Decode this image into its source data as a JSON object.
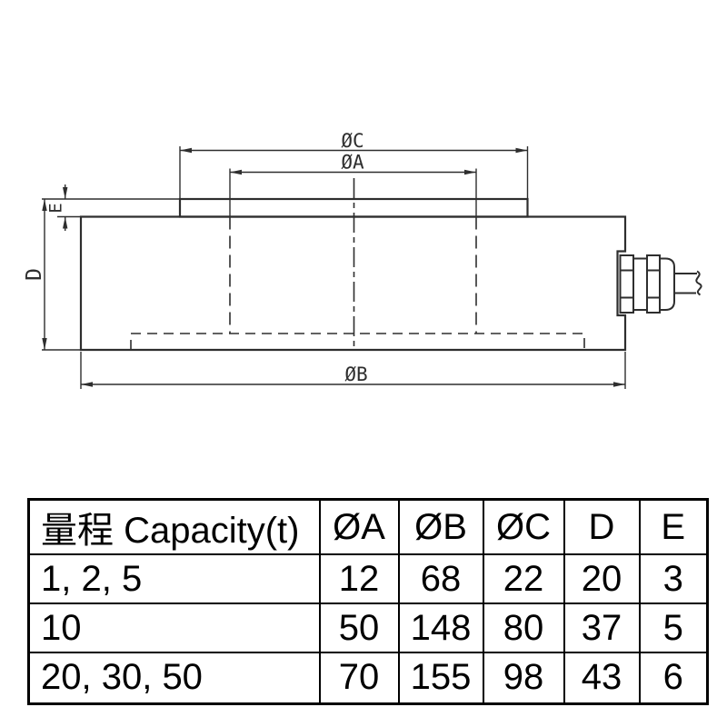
{
  "colors": {
    "line": "#2e2e2e",
    "table_border": "#000000",
    "text": "#000000",
    "background": "#ffffff"
  },
  "drawing": {
    "dim_labels": {
      "dia_c": "ØC",
      "dia_a": "ØA",
      "dia_b": "ØB",
      "height_d": "D",
      "thickness_e": "E"
    }
  },
  "table": {
    "headers": [
      "量程 Capacity(t)",
      "ØA",
      "ØB",
      "ØC",
      "D",
      "E"
    ],
    "rows": [
      [
        "1, 2, 5",
        "12",
        "68",
        "22",
        "20",
        "3"
      ],
      [
        "10",
        "50",
        "148",
        "80",
        "37",
        "5"
      ],
      [
        "20, 30, 50",
        "70",
        "155",
        "98",
        "43",
        "6"
      ]
    ]
  }
}
